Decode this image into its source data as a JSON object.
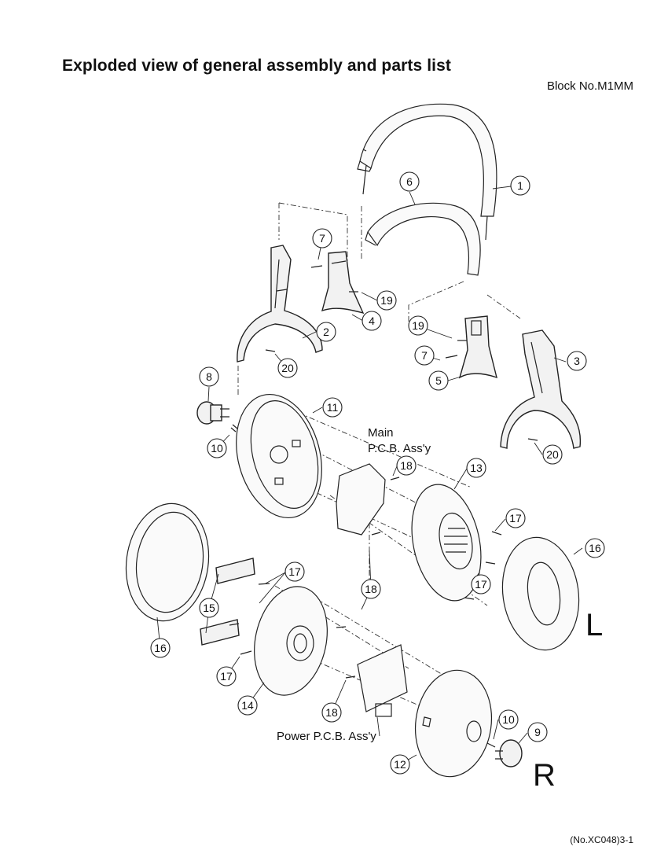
{
  "header": {
    "title": "Exploded view of general assembly and parts list",
    "block_no": "Block No.M1MM"
  },
  "labels": {
    "main_pcb": [
      "Main",
      "P.C.B. Ass'y"
    ],
    "power_pcb": "Power P.C.B. Ass'y",
    "left_side": "L",
    "right_side": "R"
  },
  "callouts": {
    "c1": "1",
    "c2": "2",
    "c3": "3",
    "c4": "4",
    "c5": "5",
    "c6": "6",
    "c7a": "7",
    "c7b": "7",
    "c8": "8",
    "c9": "9",
    "c10a": "10",
    "c10b": "10",
    "c11": "11",
    "c12": "12",
    "c13": "13",
    "c14": "14",
    "c15": "15",
    "c16a": "16",
    "c16b": "16",
    "c17a": "17",
    "c17b": "17",
    "c17c": "17",
    "c17d": "17",
    "c18a": "18",
    "c18b": "18",
    "c18c": "18",
    "c19a": "19",
    "c19b": "19",
    "c20a": "20",
    "c20b": "20"
  },
  "footer": {
    "doc_ref": "(No.XC048)3-1"
  }
}
